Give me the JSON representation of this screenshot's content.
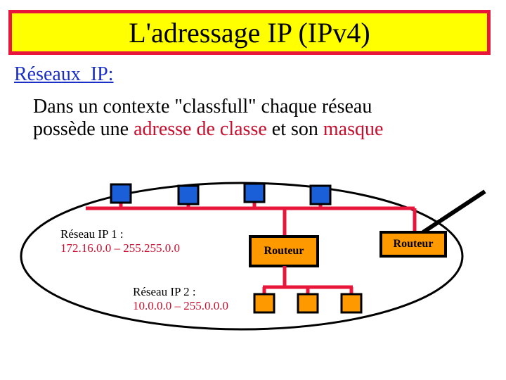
{
  "title": "L'adressage IP (IPv4)",
  "section_heading": "Réseaux  IP:",
  "body": {
    "line1": "Dans un contexte \"classfull\" chaque réseau",
    "line2_prefix": "possède une ",
    "line2_red1": "adresse de classe",
    "line2_mid": " et son ",
    "line2_red2": "masque"
  },
  "network1": {
    "name": "Réseau IP 1 :",
    "address": "172.16.0.0 – 255.255.0.0"
  },
  "network2": {
    "name": "Réseau IP 2 :",
    "address": "10.0.0.0 – 255.0.0.0"
  },
  "router_inner": "Routeur",
  "router_outer": "Routeur",
  "colors": {
    "title_bg": "#ffff00",
    "title_border": "#e8163a",
    "heading": "#1a2fc8",
    "highlight": "#c8102e",
    "network_line": "#e8163a",
    "host_blue": "#1a5fd8",
    "host_orange": "#ff9900",
    "router_fill": "#ff9900"
  }
}
